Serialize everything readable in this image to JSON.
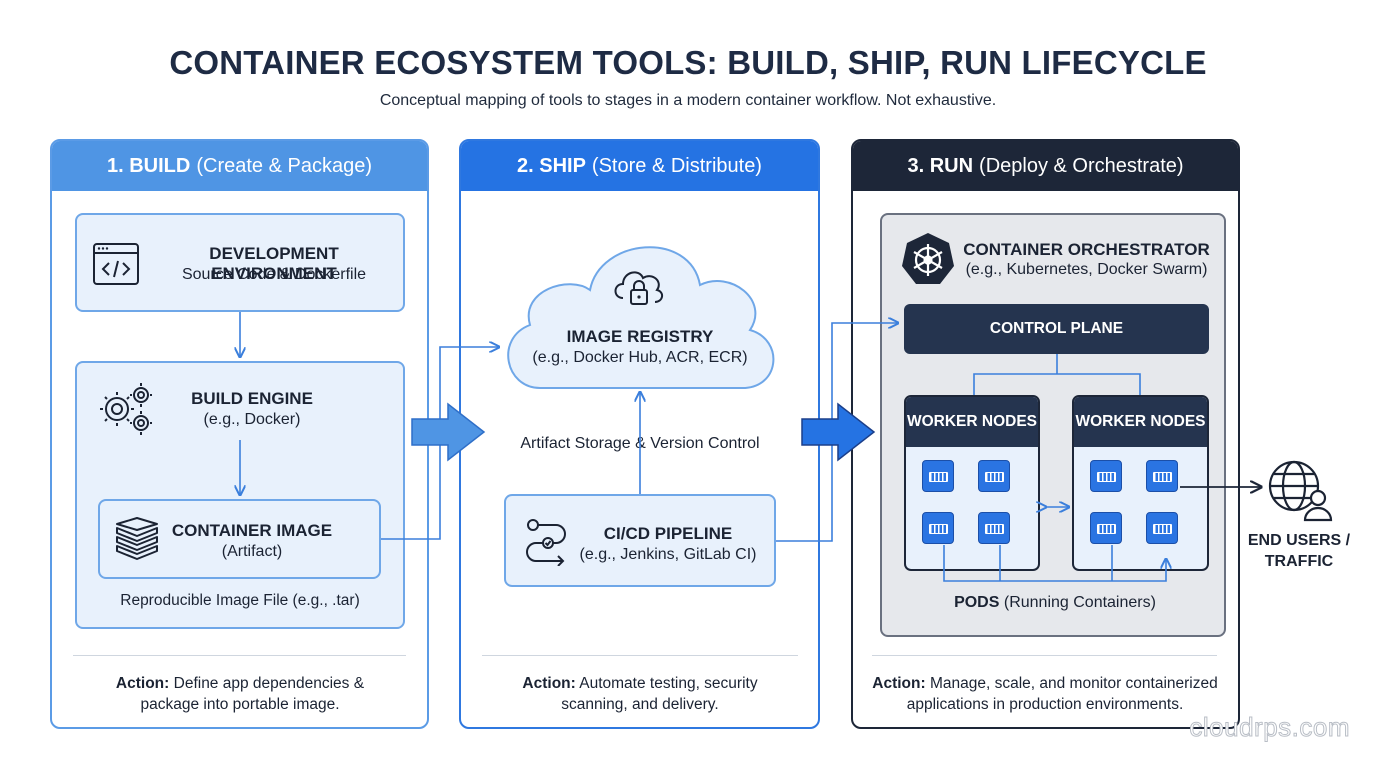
{
  "title": "CONTAINER ECOSYSTEM TOOLS: BUILD, SHIP, RUN LIFECYCLE",
  "subtitle": "Conceptual mapping of tools to stages in a modern container workflow. Not exhaustive.",
  "build": {
    "num": "1. BUILD",
    "desc": "(Create & Package)",
    "dev_env": {
      "title": "DEVELOPMENT ENVIRONMENT",
      "sub": "Source Code & Dockerfile"
    },
    "engine": {
      "title": "BUILD ENGINE",
      "sub": "(e.g., Docker)"
    },
    "image": {
      "title": "CONTAINER IMAGE",
      "sub": "(Artifact)"
    },
    "note": "Reproducible Image File (e.g., .tar)",
    "action_label": "Action:",
    "action_l1": "Define app dependencies &",
    "action_l2": "package into portable image."
  },
  "ship": {
    "num": "2. SHIP",
    "desc": "(Store & Distribute)",
    "registry": {
      "title": "IMAGE REGISTRY",
      "sub": "(e.g., Docker Hub, ACR, ECR)"
    },
    "storage": "Artifact Storage & Version Control",
    "pipeline": {
      "title": "CI/CD PIPELINE",
      "sub": "(e.g., Jenkins, GitLab CI)"
    },
    "action_label": "Action:",
    "action_l1": "Automate testing, security",
    "action_l2": "scanning, and delivery."
  },
  "run": {
    "num": "3. RUN",
    "desc": "(Deploy & Orchestrate)",
    "orchestrator": {
      "title": "CONTAINER ORCHESTRATOR",
      "sub": "(e.g., Kubernetes, Docker Swarm)"
    },
    "control_plane": "CONTROL PLANE",
    "worker1": "WORKER NODES",
    "worker2": "WORKER NODES",
    "pods_label": "PODS",
    "pods_desc": "(Running Containers)",
    "action_label": "Action:",
    "action_l1": "Manage, scale, and monitor containerized",
    "action_l2": "applications in production environments."
  },
  "end_users": {
    "line1": "END USERS /",
    "line2": "TRAFFIC"
  },
  "watermark": "cloudrps.com"
}
